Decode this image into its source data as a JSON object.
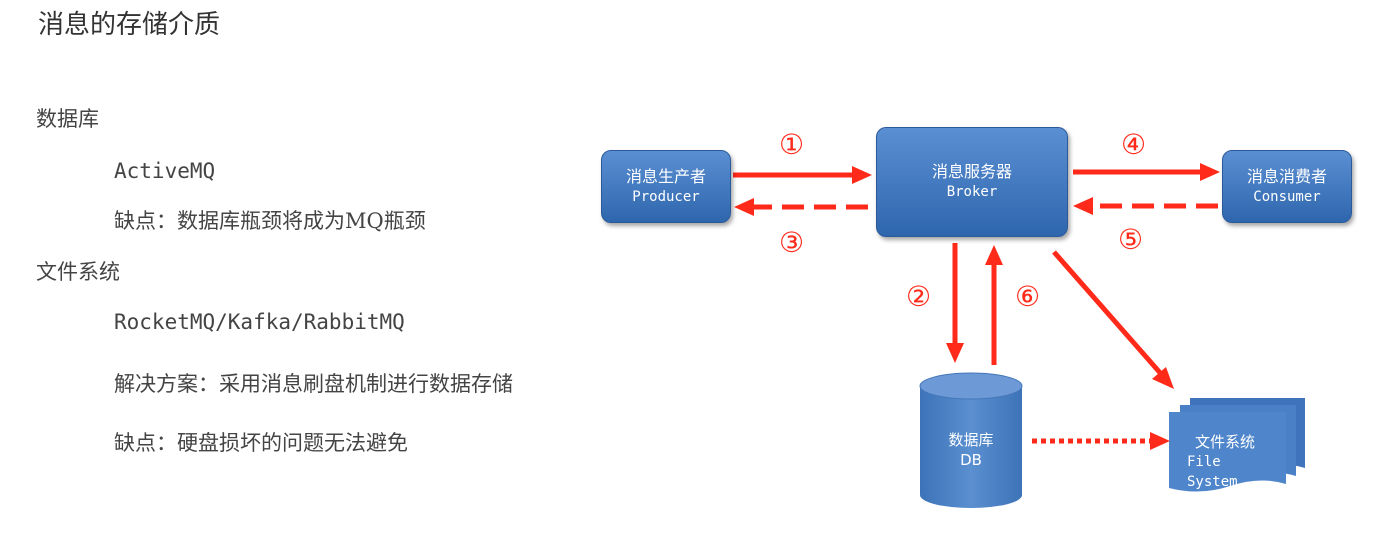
{
  "title": "消息的存储介质",
  "left_text": {
    "database_heading": "数据库",
    "database_example": "ActiveMQ",
    "database_drawback": "缺点：数据库瓶颈将成为MQ瓶颈",
    "filesystem_heading": "文件系统",
    "filesystem_examples": "RocketMQ/Kafka/RabbitMQ",
    "filesystem_solution": "解决方案：采用消息刷盘机制进行数据存储",
    "filesystem_drawback": "缺点：硬盘损坏的问题无法避免"
  },
  "diagram": {
    "producer": {
      "cn": "消息生产者",
      "en": "Producer"
    },
    "broker": {
      "cn": "消息服务器",
      "en": "Broker"
    },
    "consumer": {
      "cn": "消息消费者",
      "en": "Consumer"
    },
    "db": {
      "cn": "数据库",
      "en": "DB"
    },
    "filesystem": {
      "cn": "文件系统",
      "en_line1": "File",
      "en_line2": "System"
    },
    "steps": [
      "①",
      "②",
      "③",
      "④",
      "⑤",
      "⑥"
    ],
    "colors": {
      "arrow": "#ff2a1a",
      "node_fill": "#3f78c2",
      "db_fill": "#4a80c6"
    }
  }
}
